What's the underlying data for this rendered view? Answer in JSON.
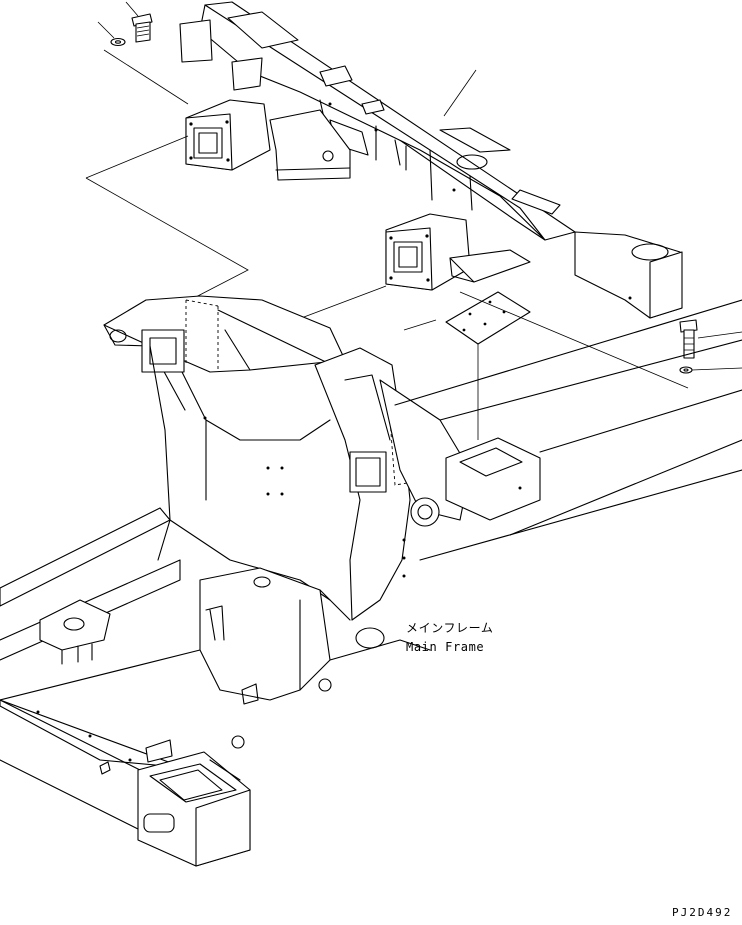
{
  "labels": {
    "main_frame_ja": "メインフレーム",
    "main_frame_en": "Main Frame",
    "drawing_code": "PJ2D492"
  },
  "colors": {
    "line": "#000000",
    "background": "#ffffff"
  }
}
